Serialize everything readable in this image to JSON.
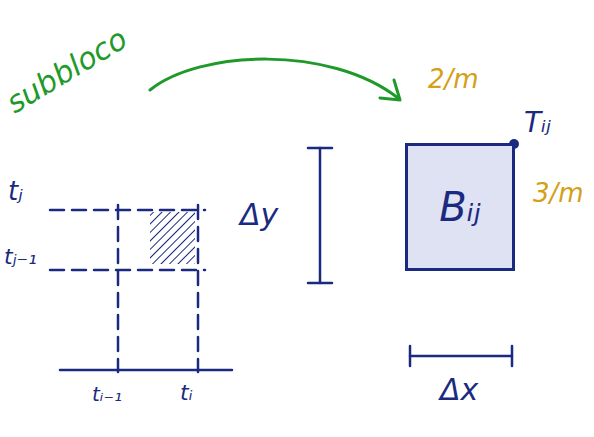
{
  "diagram": {
    "nodes": [
      {
        "text": [
          "Bᵢⱼ"
        ]
      }
    ],
    "labels": [
      "subbloco",
      "tⱼ",
      "tⱼ₋₁",
      "tᵢ₋₁",
      "tᵢ",
      "Δy",
      "2/m",
      "Tᵢⱼ",
      "3/m",
      "Δx"
    ]
  }
}
